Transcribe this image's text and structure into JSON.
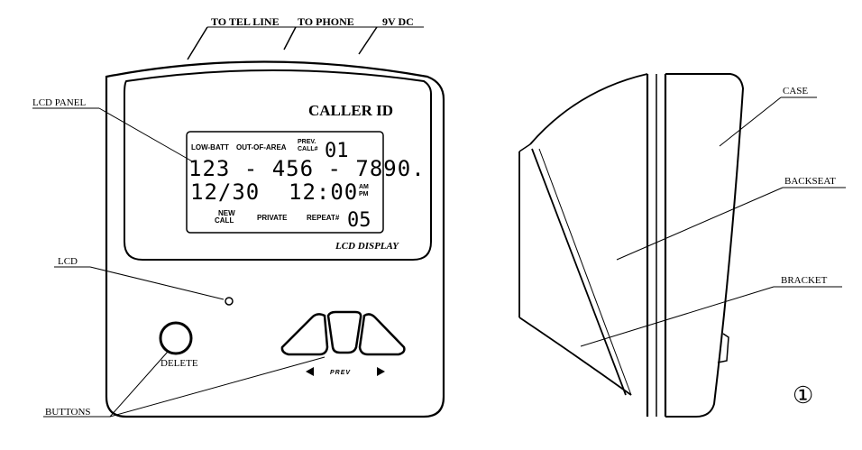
{
  "labels": {
    "to_tel_line": "TO TEL LINE",
    "to_phone": "TO PHONE",
    "dc": "9V DC",
    "lcd_panel": "LCD PANEL",
    "lcd": "LCD",
    "buttons": "BUTTONS",
    "delete": "DELETE",
    "case": "CASE",
    "backseat": "BACKSEAT",
    "bracket": "BRACKET",
    "figure_number": "①"
  },
  "device": {
    "title": "CALLER ID",
    "lcd_display": "LCD DISPLAY",
    "prev_label": "PREV"
  },
  "lcd": {
    "low_batt": "LOW-BATT",
    "out_of_area": "OUT-OF-AREA",
    "prev_call_1": "PREV.",
    "prev_call_2": "CALL#",
    "call_index": "01",
    "phone_number": "123 - 456 - 7890.",
    "date": "12/30",
    "time": "12:00",
    "am": "AM",
    "pm": "PM",
    "new_1": "NEW",
    "new_2": "CALL",
    "private": "PRIVATE",
    "repeat": "REPEAT#",
    "repeat_count": "05"
  }
}
